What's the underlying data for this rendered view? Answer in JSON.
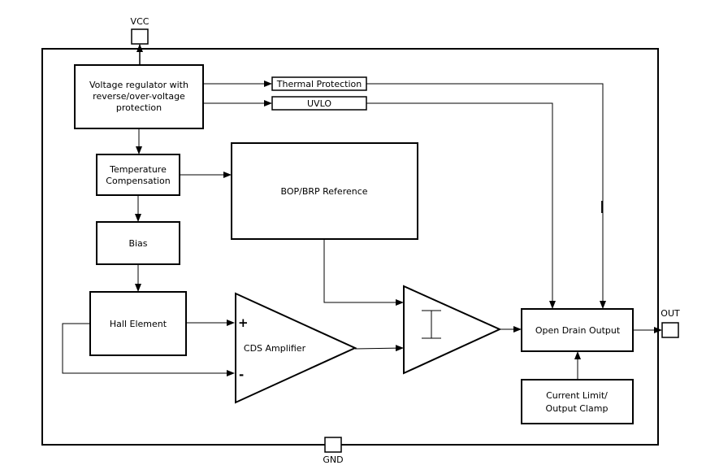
{
  "pins": {
    "vcc": "VCC",
    "gnd": "GND",
    "out": "OUT"
  },
  "blocks": {
    "voltage_regulator": [
      "Voltage regulator with",
      "reverse/over-voltage",
      "protection"
    ],
    "thermal_protection": "Thermal Protection",
    "uvlo": "UVLO",
    "temperature_compensation": [
      "Temperature",
      "Compensation"
    ],
    "bop_brp_reference": "BOP/BRP Reference",
    "bias": "Bias",
    "hall_element": "Hall Element",
    "cds_amplifier": "CDS Amplifier",
    "open_drain_output": "Open Drain Output",
    "current_limit": [
      "Current Limit/",
      "Output Clamp"
    ]
  },
  "amplifier_inputs": {
    "plus": "+",
    "minus": "-"
  }
}
